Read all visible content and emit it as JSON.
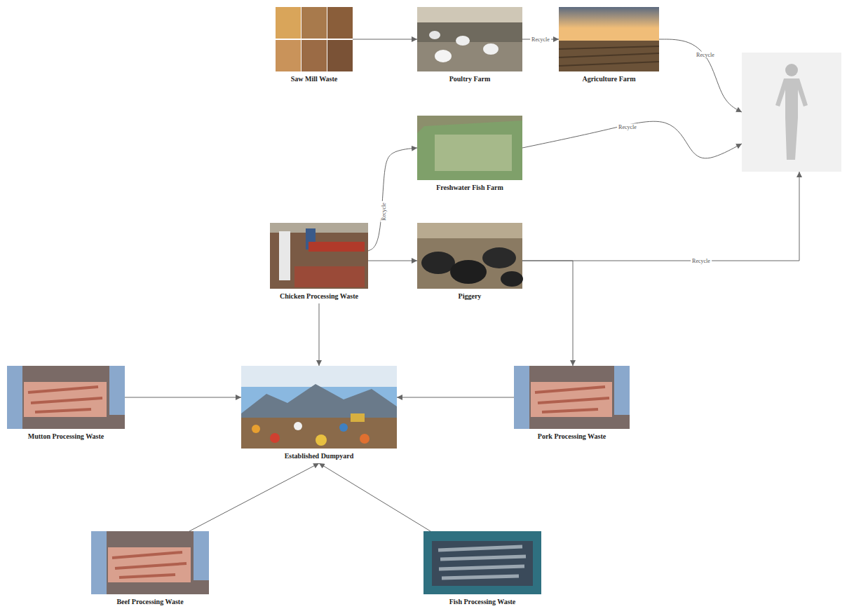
{
  "diagram": {
    "nodes": [
      {
        "text": [
          "Saw Mill Waste"
        ]
      },
      {
        "text": [
          "Poultry Farm"
        ]
      },
      {
        "text": [
          "Agriculture Farm"
        ]
      },
      {
        "text": []
      },
      {
        "text": [
          "Freshwater Fish Farm"
        ]
      },
      {
        "text": [
          "Chicken Processing Waste"
        ]
      },
      {
        "text": [
          "Piggery"
        ]
      },
      {
        "text": [
          "Mutton Processing Waste"
        ]
      },
      {
        "text": [
          "Established Dumpyard"
        ]
      },
      {
        "text": [
          "Pork Processing Waste"
        ]
      },
      {
        "text": [
          "Beef Processing Waste"
        ]
      },
      {
        "text": [
          "Fish Processing Waste"
        ]
      }
    ],
    "edges": [
      {
        "from": 0,
        "to": 1,
        "arrow": "to"
      },
      {
        "from": 1,
        "to": 2,
        "label": "Recycle",
        "arrow": "to"
      },
      {
        "from": 2,
        "to": 3,
        "label": "Recycle",
        "arrow": "to"
      },
      {
        "from": 4,
        "to": 3,
        "label": "Recycle",
        "arrow": "to"
      },
      {
        "from": 5,
        "to": 4,
        "label": "Recycle",
        "arrow": "to"
      },
      {
        "from": 5,
        "to": 6,
        "arrow": "to"
      },
      {
        "from": 6,
        "to": 3,
        "label": "Recycle",
        "arrow": "to"
      },
      {
        "from": 6,
        "to": 9,
        "arrow": "to"
      },
      {
        "from": 5,
        "to": 8,
        "arrow": "to"
      },
      {
        "from": 7,
        "to": 8,
        "arrow": "to"
      },
      {
        "from": 9,
        "to": 8,
        "arrow": "to"
      },
      {
        "from": 10,
        "to": 8,
        "arrow": "to"
      },
      {
        "from": 11,
        "to": 8,
        "arrow": "to"
      }
    ]
  }
}
